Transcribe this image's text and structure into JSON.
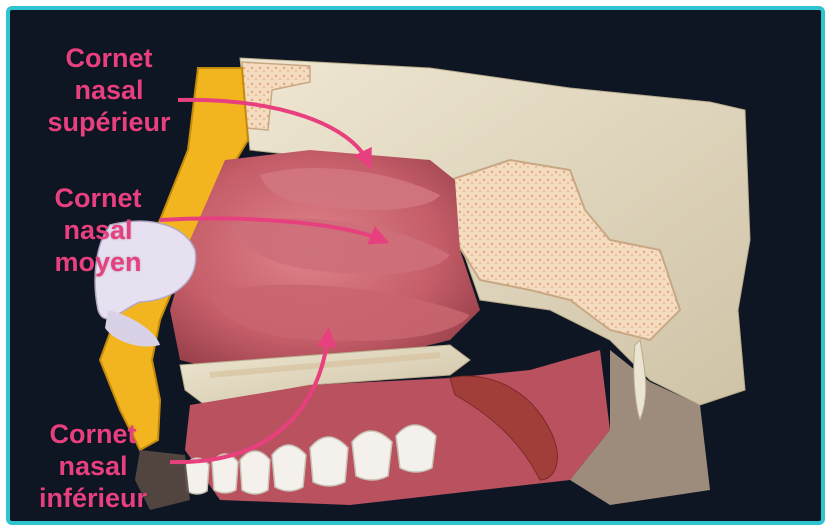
{
  "labels": {
    "superior": {
      "line1": "Cornet",
      "line2": "nasal",
      "line3": "supérieur"
    },
    "middle": {
      "line1": "Cornet",
      "line2": "nasal",
      "line3": "moyen"
    },
    "inferior": {
      "line1": "Cornet",
      "line2": "nasal",
      "line3": "inférieur"
    }
  },
  "colors": {
    "frame_border": "#2ec4d0",
    "background": "#0e1624",
    "label": "#e8407e",
    "arrow": "#e8407e",
    "mucosa": "#c9656f",
    "bone": "#e6dcc4",
    "cartilage": "#f2b51f"
  }
}
